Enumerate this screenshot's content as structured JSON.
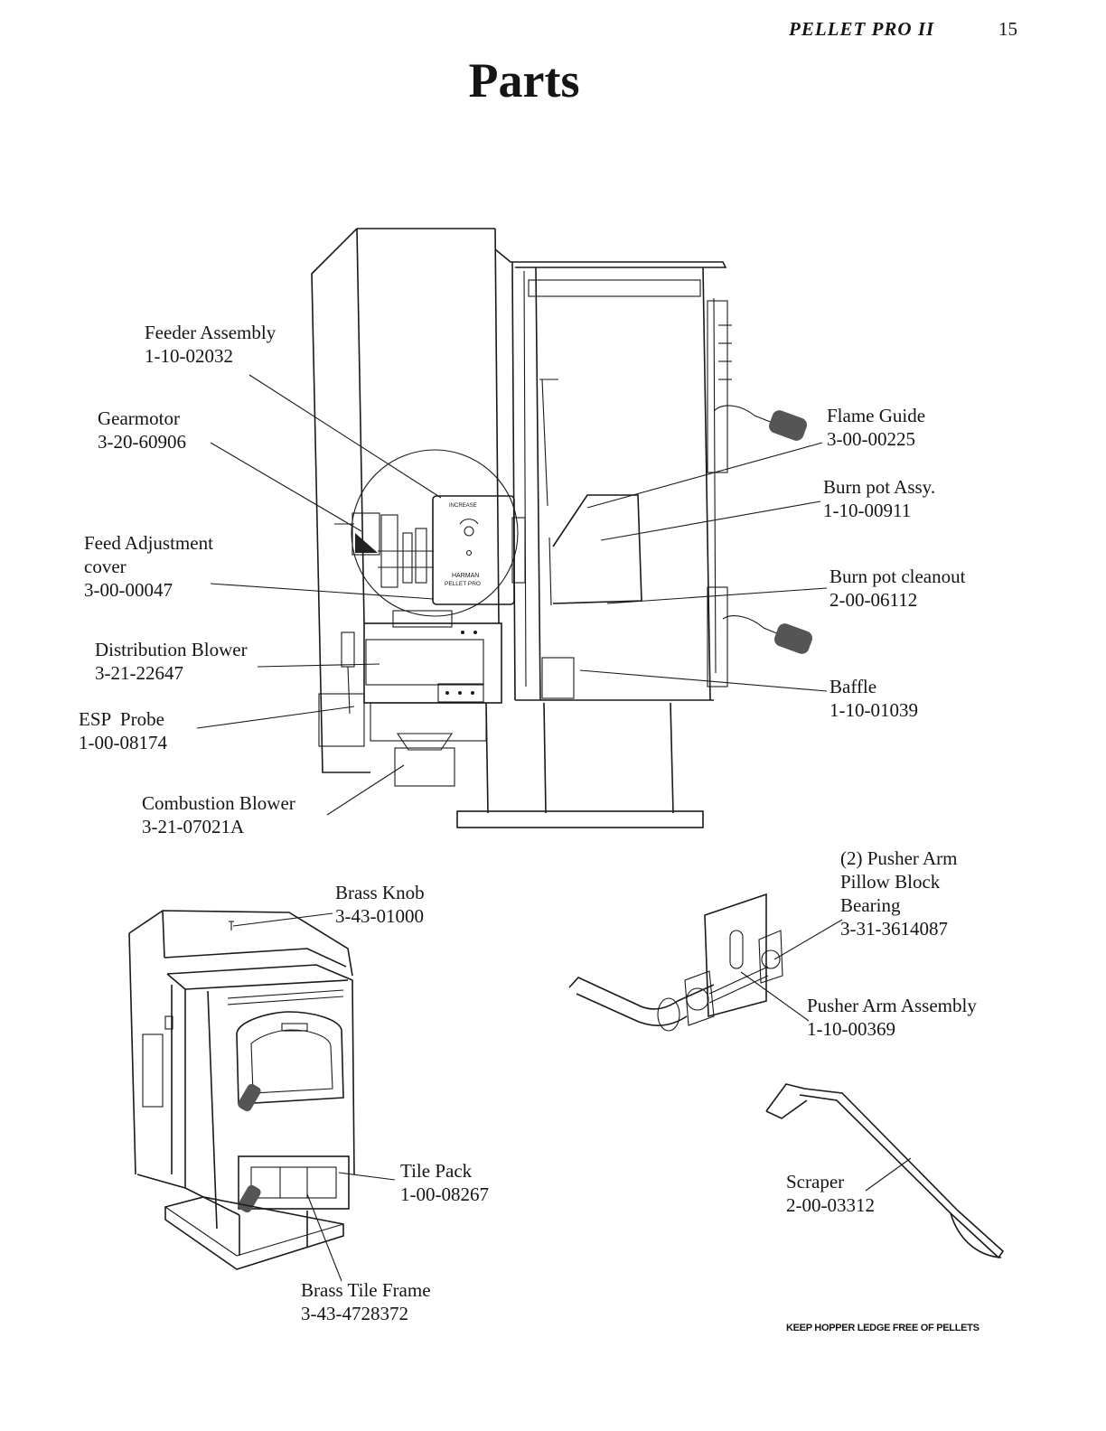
{
  "header": {
    "title": "PELLET PRO II",
    "page_number": "15"
  },
  "page_title": "Parts",
  "panel": {
    "increase": "INCREASE",
    "brand": "HARMAN",
    "model": "PELLET PRO"
  },
  "parts": [
    {
      "name": "Feeder Assembly",
      "number": "1-10-02032"
    },
    {
      "name": "Gearmotor",
      "number": "3-20-60906"
    },
    {
      "name": "Feed Adjustment",
      "name2": "cover",
      "number": "3-00-00047"
    },
    {
      "name": "Distribution Blower",
      "number": "3-21-22647"
    },
    {
      "name": "ESP  Probe",
      "number": "1-00-08174"
    },
    {
      "name": "Combustion Blower",
      "number": "3-21-07021A"
    },
    {
      "name": "Flame Guide",
      "number": "3-00-00225"
    },
    {
      "name": "Burn pot Assy.",
      "number": "1-10-00911"
    },
    {
      "name": "Burn pot cleanout",
      "number": "2-00-06112"
    },
    {
      "name": "Baffle",
      "number": "1-10-01039"
    },
    {
      "name": "Brass Knob",
      "number": "3-43-01000"
    },
    {
      "name": "(2) Pusher Arm",
      "name2": "Pillow Block",
      "name3": "Bearing",
      "number": "3-31-3614087"
    },
    {
      "name": "Pusher Arm Assembly",
      "number": "1-10-00369"
    },
    {
      "name": "Tile Pack",
      "number": "1-00-08267"
    },
    {
      "name": "Scraper",
      "number": "2-00-03312"
    },
    {
      "name": "Brass Tile Frame",
      "number": "3-43-4728372"
    }
  ],
  "footer_note": "KEEP HOPPER LEDGE FREE OF PELLETS"
}
